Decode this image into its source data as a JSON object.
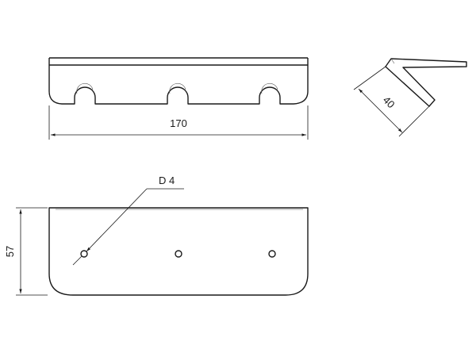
{
  "dimensions": {
    "length": "170",
    "width": "40",
    "height": "57",
    "hole": "D 4"
  },
  "colors": {
    "line": "#1a1a1a",
    "background": "#ffffff"
  }
}
